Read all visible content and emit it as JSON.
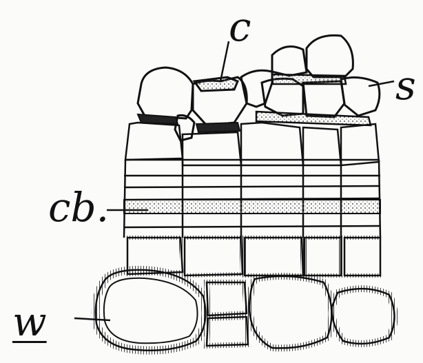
{
  "labels": {
    "c": "c",
    "s": "s",
    "cb": "cb.",
    "w": "w"
  },
  "colors": {
    "ink": "#111111",
    "paper": "#fbfbf9",
    "stipple": "#6b6b6b"
  }
}
